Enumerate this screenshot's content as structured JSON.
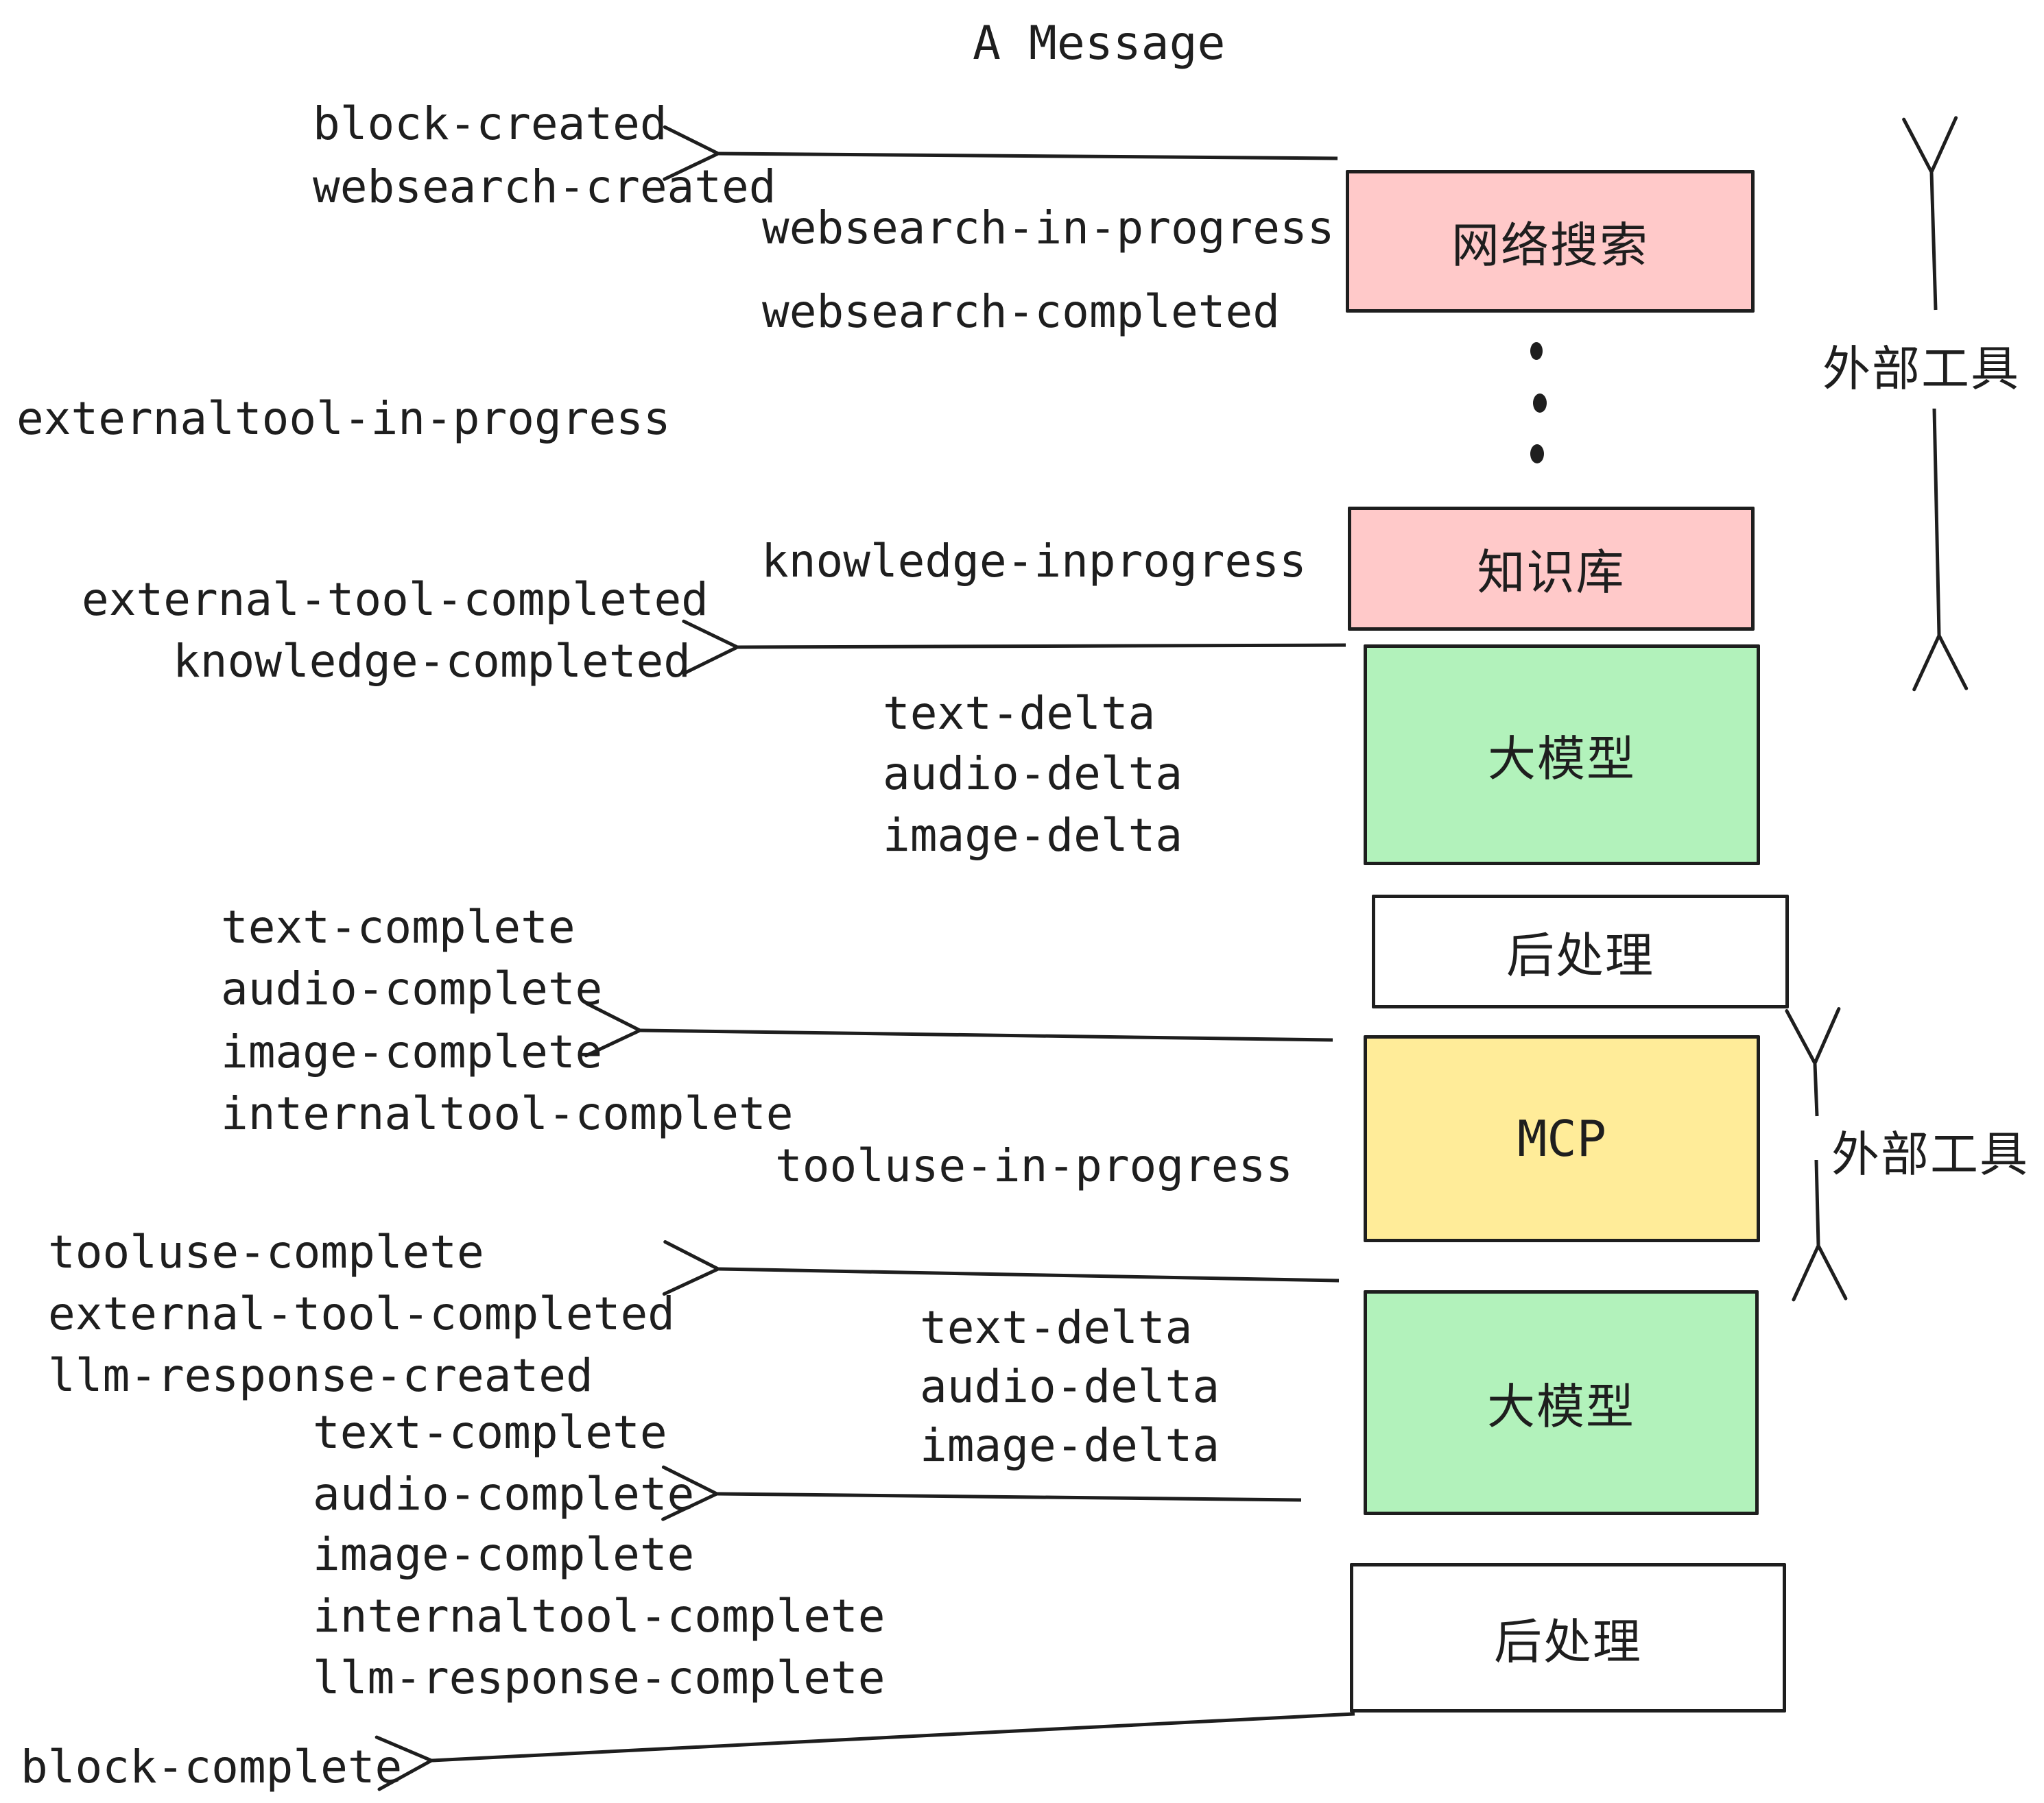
{
  "title": "A Message",
  "colors": {
    "stroke": "#1e1e1e",
    "pink": "#ffc9c9",
    "green": "#b2f2bb",
    "yellow": "#ffec99",
    "white": "#ffffff",
    "background": "#ffffff"
  },
  "boxes": [
    {
      "id": "websearch",
      "label": "网络搜索",
      "fill": "#ffc9c9"
    },
    {
      "id": "knowledge",
      "label": "知识库",
      "fill": "#ffc9c9"
    },
    {
      "id": "llm-1",
      "label": "大模型",
      "fill": "#b2f2bb"
    },
    {
      "id": "postprocess-1",
      "label": "后处理",
      "fill": "#ffffff"
    },
    {
      "id": "mcp",
      "label": "MCP",
      "fill": "#ffec99"
    },
    {
      "id": "llm-2",
      "label": "大模型",
      "fill": "#b2f2bb"
    },
    {
      "id": "postprocess-2",
      "label": "后处理",
      "fill": "#ffffff"
    }
  ],
  "annotations": [
    {
      "id": "external-tools-top",
      "label": "外部工具"
    },
    {
      "id": "external-tools-mcp",
      "label": "外部工具"
    }
  ],
  "events": [
    {
      "label": "block-created"
    },
    {
      "label": "websearch-created"
    },
    {
      "label": "websearch-in-progress"
    },
    {
      "label": "websearch-completed"
    },
    {
      "label": "externaltool-in-progress"
    },
    {
      "label": "knowledge-inprogress"
    },
    {
      "label": "external-tool-completed"
    },
    {
      "label": "knowledge-completed"
    },
    {
      "label": "text-delta"
    },
    {
      "label": "audio-delta"
    },
    {
      "label": "image-delta"
    },
    {
      "label": "text-complete"
    },
    {
      "label": "audio-complete"
    },
    {
      "label": "image-complete"
    },
    {
      "label": "internaltool-complete"
    },
    {
      "label": "tooluse-in-progress"
    },
    {
      "label": "tooluse-complete"
    },
    {
      "label": "external-tool-completed"
    },
    {
      "label": "llm-response-created"
    },
    {
      "label": "text-delta"
    },
    {
      "label": "audio-delta"
    },
    {
      "label": "image-delta"
    },
    {
      "label": "text-complete"
    },
    {
      "label": "audio-complete"
    },
    {
      "label": "image-complete"
    },
    {
      "label": "internaltool-complete"
    },
    {
      "label": "llm-response-complete"
    },
    {
      "label": "block-complete"
    }
  ]
}
